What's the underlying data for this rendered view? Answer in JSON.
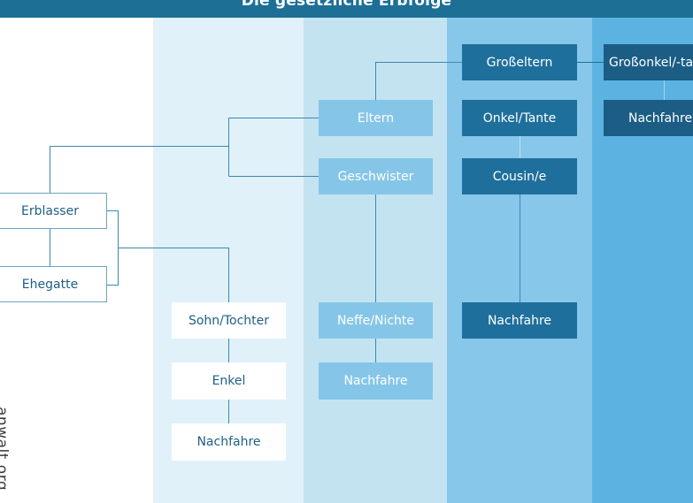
{
  "header": {
    "title": "Die gesetzliche Erbfolge"
  },
  "logo": {
    "text": "anwalt.org"
  },
  "colors": {
    "header": "#1d6f96",
    "band1": "#e0f1f9",
    "band2": "#c3e3f1",
    "band3": "#87c7e9",
    "band4": "#5cb3e1",
    "node_light": "#85c6e8",
    "node_dark": "#1f6f9c",
    "node_navy": "#1b5d84",
    "text_dark": "#1d5f86"
  },
  "nodes": {
    "erblasser": "Erblasser",
    "ehegatte": "Ehegatte",
    "sohn_tochter": "Sohn/Tochter",
    "enkel": "Enkel",
    "nachfahre_1": "Nachfahre",
    "eltern": "Eltern",
    "geschwister": "Geschwister",
    "neffe_nichte": "Neffe/Nichte",
    "nachfahre_2": "Nachfahre",
    "grosseltern": "Großeltern",
    "onkel_tante": "Onkel/Tante",
    "cousin": "Cousin/e",
    "nachfahre_3": "Nachfahre",
    "grossonkel": "Großonkel/-tante",
    "nachfahre_4": "Nachfahre"
  }
}
